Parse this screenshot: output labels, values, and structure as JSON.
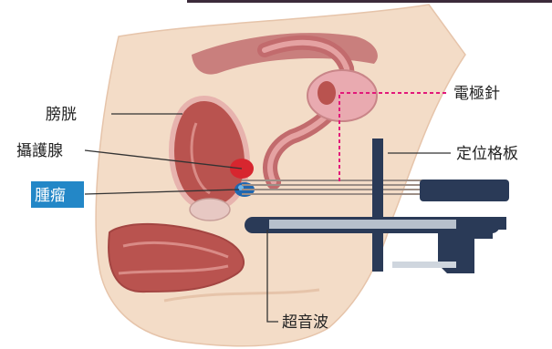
{
  "labels": {
    "bladder": "膀胱",
    "prostate": "攝護腺",
    "tumor": "腫瘤",
    "electrode_needle": "電極針",
    "positioning_grid": "定位格板",
    "ultrasound": "超音波"
  },
  "colors": {
    "skin": "#f3dcc7",
    "tissue_pink": "#e8a9a3",
    "organ_red": "#b9534f",
    "prostate_red": "#d7262f",
    "tumor_blue": "#1f67b0",
    "probe_navy": "#2a3a57",
    "needle_pink": "#e2197a",
    "label_box": "#2387c7"
  }
}
